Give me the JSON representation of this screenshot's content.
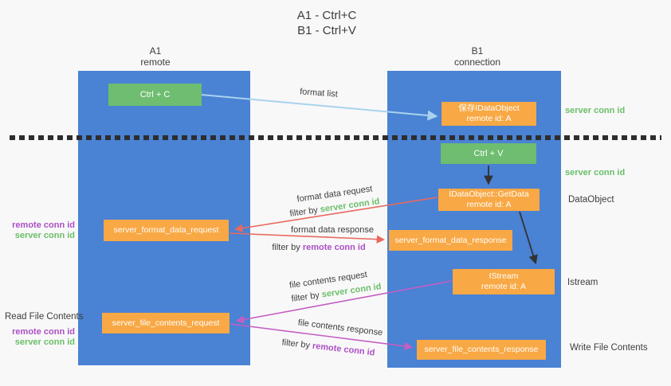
{
  "title": {
    "line1": "A1 - Ctrl+C",
    "line2": "B1 - Ctrl+V"
  },
  "columns": {
    "left": {
      "header_line1": "A1",
      "header_line2": "remote"
    },
    "right": {
      "header_line1": "B1",
      "header_line2": "connection"
    }
  },
  "boxes": {
    "ctrl_c": "Ctrl + C",
    "ctrl_v": "Ctrl + V",
    "save_idataobject": {
      "line1": "保存IDataObject",
      "line2": "remote id: A"
    },
    "getdata": {
      "line1": "IDataObject::GetData",
      "line2": "remote id: A"
    },
    "istream": {
      "line1": "IStream",
      "line2": "remote id: A"
    },
    "format_request": "server_format_data_request",
    "format_response": "server_format_data_response",
    "file_request": "server_file_contents_request",
    "file_response": "server_file_contents_response"
  },
  "arrow_labels": {
    "format_list": "format list",
    "format_data_request": "format data request",
    "format_data_response": "format data response",
    "file_contents_request": "file contents request",
    "file_contents_response": "file contents response",
    "filter_by": "filter by",
    "server_conn_id": "server conn id",
    "remote_conn_id": "remote conn id"
  },
  "side_labels": {
    "left_top": {
      "remote": "remote conn id",
      "server": "server conn id"
    },
    "read_file_contents": "Read File Contents",
    "left_bottom": {
      "remote": "remote conn id",
      "server": "server conn id"
    },
    "right_server_conn_1": "server conn id",
    "right_server_conn_2": "server conn id",
    "dataobject": "DataObject",
    "istream": "Istream",
    "write_file_contents": "Write File Contents"
  },
  "colors": {
    "column_blue": "#4a82d4",
    "box_green": "#6ebd70",
    "box_orange": "#f8a844",
    "arrow_lightblue": "#a9d2ee",
    "arrow_red": "#e8695e",
    "arrow_magenta": "#c45ec2",
    "arrow_black": "#333333",
    "text_green": "#6abf69",
    "text_purple": "#ac4fc6",
    "text_dark": "#3d3d3d",
    "background": "#f8f8f8",
    "divider": "#2d2d2d"
  }
}
